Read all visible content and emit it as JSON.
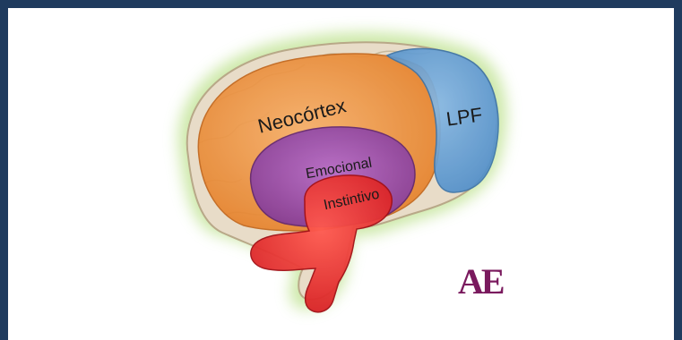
{
  "diagram": {
    "labels": {
      "neocortex": "Neocórtex",
      "lpf": "LPF",
      "emocional": "Emocional",
      "instintivo": "Instintivo"
    },
    "logo_text": "AE",
    "colors": {
      "frame": "#1f3b5e",
      "neocortex": "#f0923a",
      "lpf": "#5b9bd5",
      "emocional": "#8e44ad",
      "instintivo": "#e8262a",
      "glow": "#c8e6a0",
      "brain_base": "#e8dcc8",
      "logo": "#7a1a5e"
    }
  }
}
